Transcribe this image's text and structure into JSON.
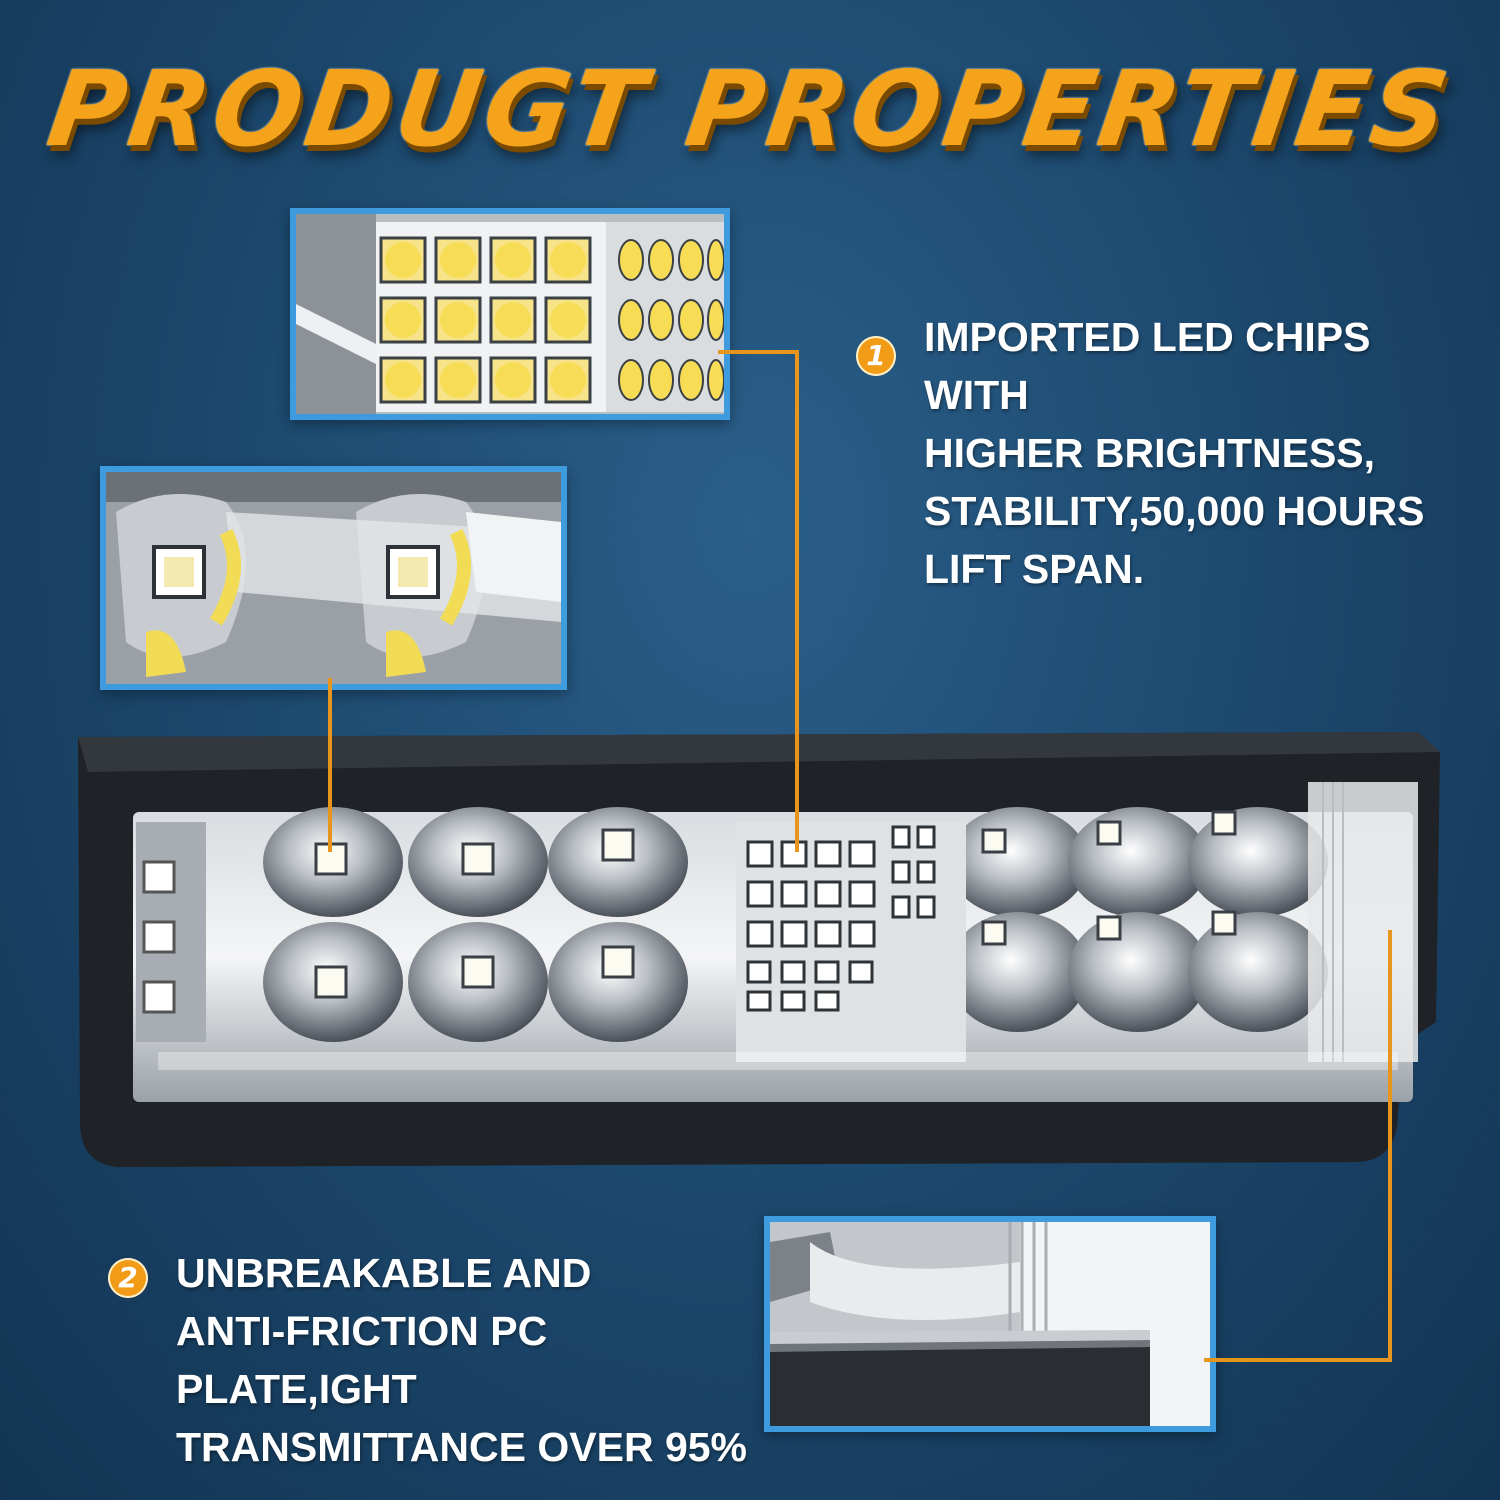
{
  "header": {
    "title": "PRODUGT PROPERTIES"
  },
  "features": [
    {
      "number": "1",
      "lines": [
        "IMPORTED LED CHIPS WITH",
        "HIGHER BRIGHTNESS,",
        "STABILITY,50,000 HOURS",
        "LIFT SPAN."
      ]
    },
    {
      "number": "2",
      "lines": [
        "UNBREAKABLE AND",
        "ANTI-FRICTION PC PLATE,IGHT",
        "TRANSMITTANCE OVER 95%"
      ]
    }
  ],
  "images": {
    "callout_led_grid": "led-chip-grid-closeup",
    "callout_reflector": "reflector-cup-closeup",
    "callout_lens": "pc-lens-edge-closeup",
    "product": "led-light-bar"
  },
  "colors": {
    "accent_orange": "#f29b16",
    "frame_blue": "#3e9bde",
    "background": "#1d4a70"
  }
}
